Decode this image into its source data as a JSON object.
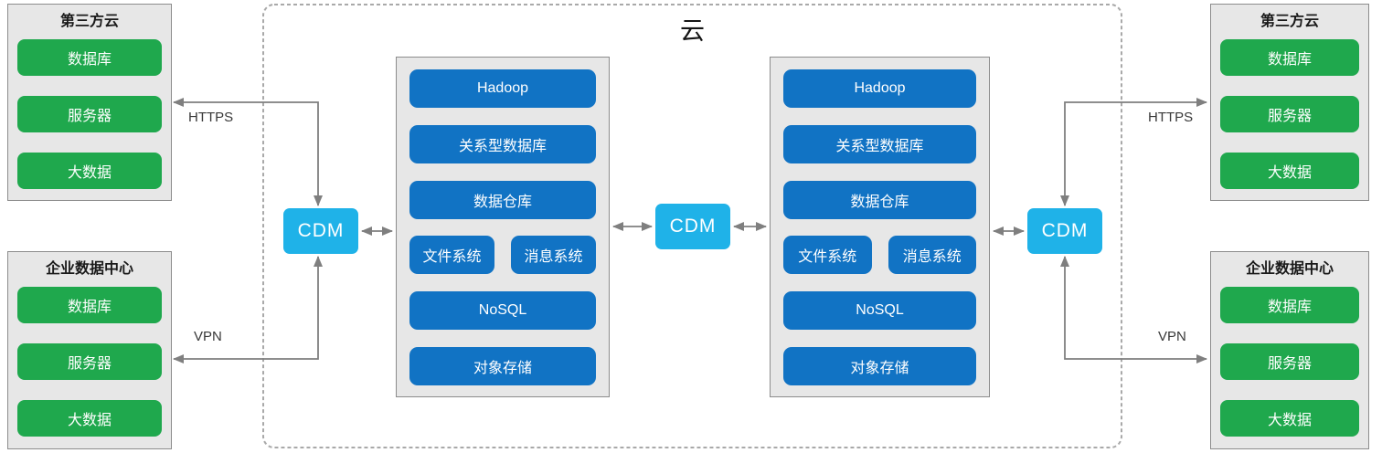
{
  "colors": {
    "green": "#1FA84D",
    "blue": "#1173C4",
    "cyan": "#1FB2E8",
    "line": "#7F7F7F",
    "labeltext": "#383838",
    "titletext": "#1A1A1A",
    "boxbg": "#E7E7E7",
    "boxborder": "#8C8C8C",
    "cloudborder": "#A9A9A9"
  },
  "cloud": {
    "title": "云"
  },
  "external": {
    "left_top": {
      "title": "第三方云",
      "items": [
        "数据库",
        "服务器",
        "大数据"
      ]
    },
    "left_bottom": {
      "title": "企业数据中心",
      "items": [
        "数据库",
        "服务器",
        "大数据"
      ]
    },
    "right_top": {
      "title": "第三方云",
      "items": [
        "数据库",
        "服务器",
        "大数据"
      ]
    },
    "right_bottom": {
      "title": "企业数据中心",
      "items": [
        "数据库",
        "服务器",
        "大数据"
      ]
    }
  },
  "clusters": {
    "left": {
      "items": [
        "Hadoop",
        "关系型数据库",
        "数据仓库",
        "文件系统",
        "消息系统",
        "NoSQL",
        "对象存储"
      ]
    },
    "right": {
      "items": [
        "Hadoop",
        "关系型数据库",
        "数据仓库",
        "文件系统",
        "消息系统",
        "NoSQL",
        "对象存储"
      ]
    }
  },
  "cdm": {
    "left": "CDM",
    "center": "CDM",
    "right": "CDM"
  },
  "links": {
    "https_left": "HTTPS",
    "vpn_left": "VPN",
    "https_right": "HTTPS",
    "vpn_right": "VPN"
  }
}
